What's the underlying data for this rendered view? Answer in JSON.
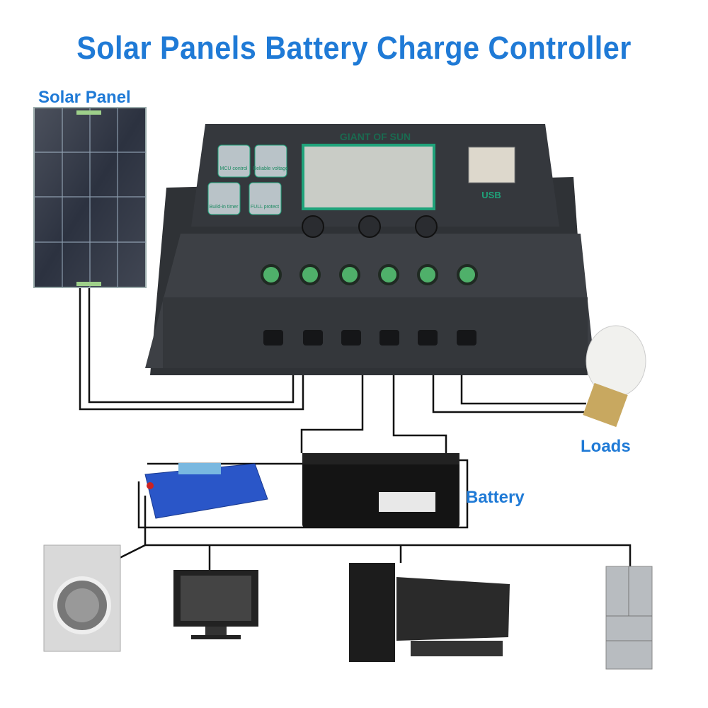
{
  "title": "Solar Panels Battery Charge Controller",
  "labels": {
    "solar_panel": "Solar Panel",
    "loads": "Loads",
    "battery": "Battery"
  },
  "controller": {
    "brand": "GIANT OF SUN",
    "features": [
      "MCU control",
      "Reliable voltage",
      "Build-in timer",
      "FULL protect"
    ],
    "usb": "USB"
  },
  "colors": {
    "label_blue": "#1f7ad6",
    "controller_body": "#3b3e43",
    "accent_green": "#1fa37a",
    "inverter_blue": "#2a56c8"
  }
}
